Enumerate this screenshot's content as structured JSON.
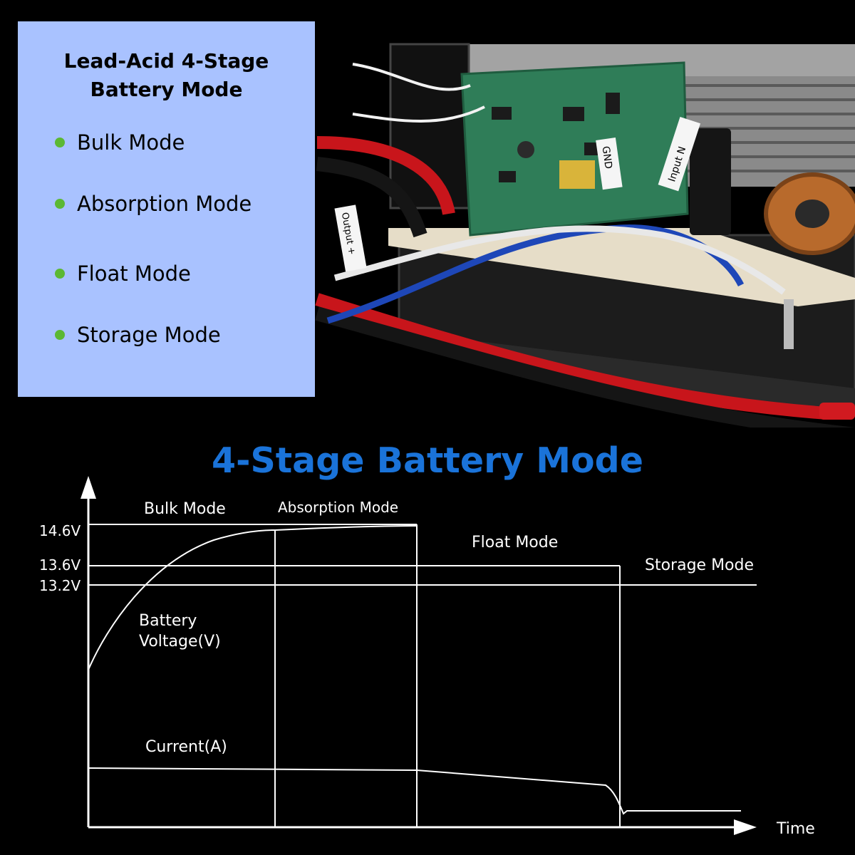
{
  "legend": {
    "title_line1": "Lead-Acid 4-Stage",
    "title_line2": "Battery Mode",
    "items": [
      "Bulk Mode",
      "Absorption Mode",
      "Float Mode",
      "Storage Mode"
    ],
    "bullet_color": "#5bb833",
    "background_color": "#a9c2ff"
  },
  "photo": {
    "labels": [
      "GND",
      "Input N",
      "Output +"
    ]
  },
  "diagram": {
    "title": "4-Stage Battery Mode",
    "title_color": "#1a73d9",
    "x_axis_label": "Time",
    "voltage_ticks": [
      "14.6V",
      "13.6V",
      "13.2V"
    ],
    "stage_labels": [
      "Bulk Mode",
      "Absorption Mode",
      "Float Mode",
      "Storage Mode"
    ],
    "voltage_curve_label_line1": "Battery",
    "voltage_curve_label_line2": "Voltage(V)",
    "current_curve_label": "Current(A)"
  }
}
